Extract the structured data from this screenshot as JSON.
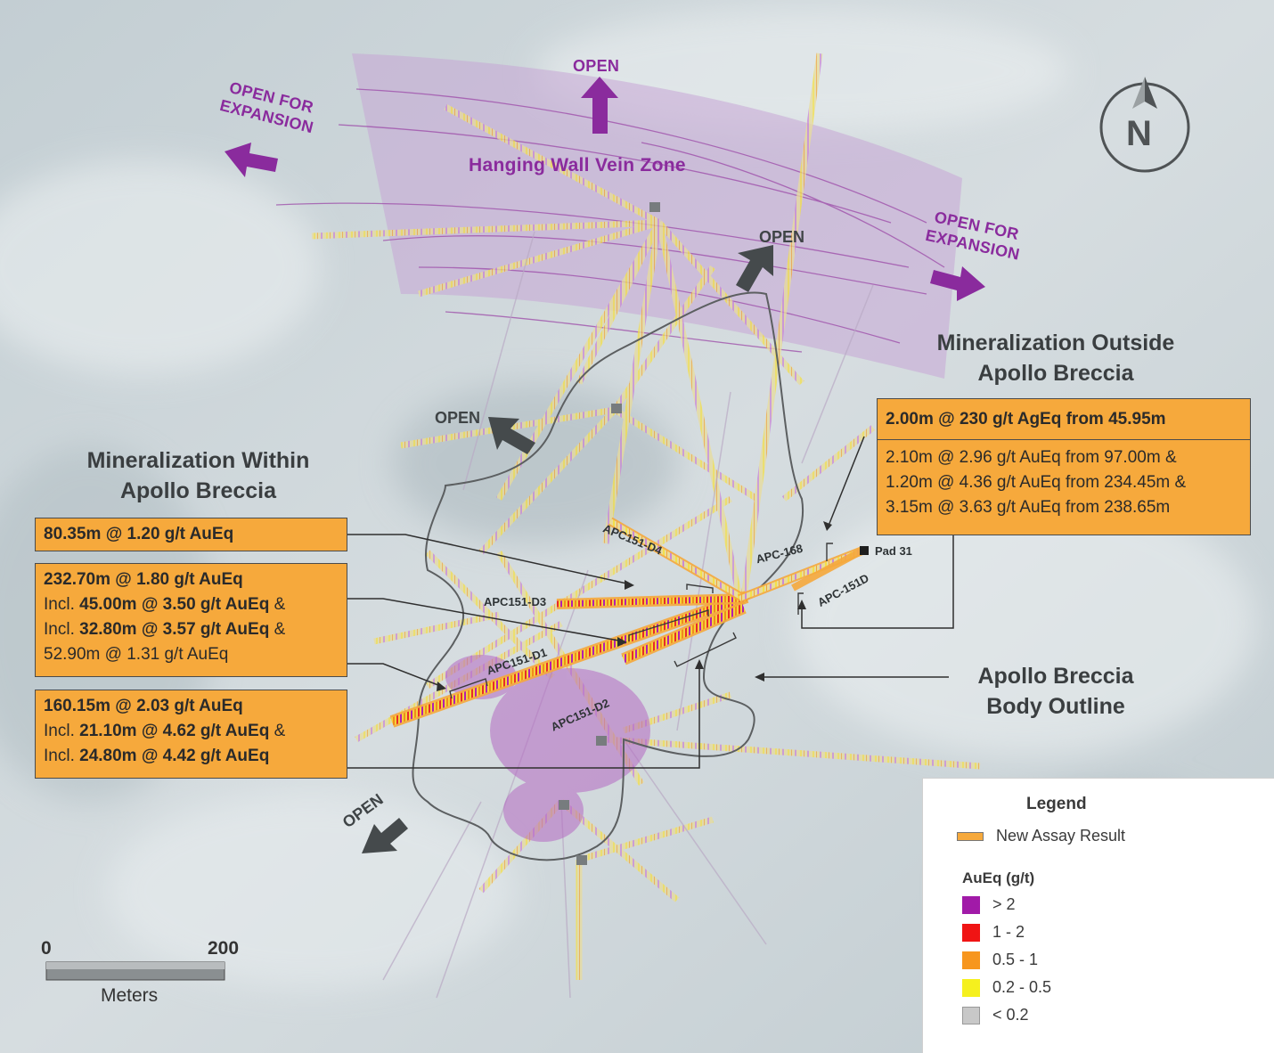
{
  "labels": {
    "open_top": "OPEN",
    "open_ne": "OPEN",
    "open_nw": "OPEN",
    "open_sw": "OPEN",
    "open_expansion_w": "OPEN FOR EXPANSION",
    "open_expansion_e": "OPEN FOR EXPANSION",
    "hanging_wall": "Hanging Wall Vein Zone",
    "north": "N",
    "pad": "Pad 31"
  },
  "titles": {
    "within_line1": "Mineralization Within",
    "within_line2": "Apollo Breccia",
    "outside_line1": "Mineralization Outside",
    "outside_line2": "Apollo Breccia",
    "outline_line1": "Apollo Breccia",
    "outline_line2": "Body Outline"
  },
  "holes": {
    "d4": "APC151-D4",
    "d3": "APC151-D3",
    "d1": "APC151-D1",
    "d2": "APC151-D2",
    "apc168": "APC-168",
    "apc151d": "APC-151D"
  },
  "boxes": {
    "b1": {
      "line1": "80.35m @ 1.20 g/t AuEq"
    },
    "b2": {
      "line1": "232.70m @ 1.80 g/t AuEq",
      "incl_a_prefix": "Incl.",
      "incl_a_value": "45.00m @ 3.50 g/t AuEq",
      "incl_a_suffix": "&",
      "incl_b_prefix": "Incl.",
      "incl_b_value": "32.80m @ 3.57 g/t AuEq",
      "incl_b_suffix": "&",
      "line4": "52.90m @ 1.31 g/t AuEq"
    },
    "b3": {
      "line1": "160.15m @ 2.03 g/t AuEq",
      "incl_a_prefix": "Incl.",
      "incl_a_value": "21.10m @ 4.62 g/t AuEq",
      "incl_a_suffix": "&",
      "incl_b_prefix": "Incl.",
      "incl_b_value": "24.80m @ 4.42 g/t AuEq"
    },
    "b4": {
      "header": "2.00m @ 230 g/t AgEq from 45.95m",
      "line1": "2.10m @ 2.96 g/t AuEq from 97.00m &",
      "line2": "1.20m @ 4.36 g/t AuEq from 234.45m &",
      "line3": "3.15m @ 3.63 g/t AuEq from 238.65m"
    }
  },
  "scale": {
    "min": "0",
    "max": "200",
    "unit": "Meters"
  },
  "legend": {
    "title": "Legend",
    "new_assay": "New Assay Result",
    "subtitle": "AuEq (g/t)",
    "classes": [
      {
        "label": "> 2",
        "color": "#a11aa8"
      },
      {
        "label": "1 - 2",
        "color": "#f01414"
      },
      {
        "label": "0.5 - 1",
        "color": "#f7961e"
      },
      {
        "label": "0.2 - 0.5",
        "color": "#f5f01e"
      },
      {
        "label": "< 0.2",
        "color": "#c8c8c8"
      }
    ],
    "new_assay_color": "#f6a93c"
  },
  "colors": {
    "zone": "#c9a8d8",
    "purple_text": "#8a2b9d",
    "dark_arrow": "#454a4c",
    "box_fill": "#f6a93c"
  }
}
